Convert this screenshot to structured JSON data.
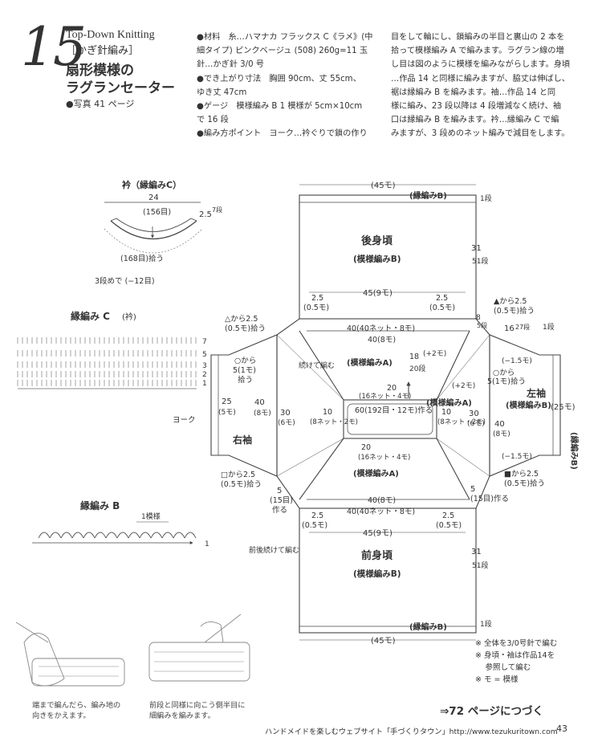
{
  "header": {
    "number": "15",
    "title_en": "Top-Down Knitting",
    "category": "［かぎ針編み］",
    "title_line1": "扇形模様の",
    "title_line2": "ラグランセーター",
    "photo_ref": "●写真 41 ページ"
  },
  "specs": {
    "col1": [
      "●材料　糸…ハマナカ フラックス C《ラメ》(中",
      "細タイプ) ピンクベージュ (508) 260g=11 玉",
      "針…かぎ針 3/0 号",
      "●でき上がり寸法　胸囲 90cm、丈 55cm、",
      "ゆき丈 47cm",
      "●ゲージ　模様編み B 1 模様が 5cm×10cm",
      "で 16 段",
      "●編み方ポイント　ヨーク…衿ぐりで鎖の作り"
    ],
    "col2": [
      "目をして輪にし、鎖編みの半目と裏山の 2 本を",
      "拾って模様編み A で編みます。ラグラン線の増",
      "し目は図のように模様を編みながらします。身頃",
      "…作品 14 と同様に編みますが、脇丈は伸ばし、",
      "裾は縁編み B を編みます。袖…作品 14 と同",
      "様に編み、23 段以降は 4 段増減なく続け、袖",
      "口は縁編み B を編みます。衿…縁編み C で編",
      "みますが、3 段めのネット編みで減目をします。"
    ]
  },
  "collar": {
    "title": "衿（縁編みC）",
    "width": "24",
    "count_top": "(156目)",
    "depth": "2.5",
    "rows": "7段",
    "pickup": "(168目)拾う",
    "decrease": "3段めで (−12目)"
  },
  "edging_c": {
    "title": "縁編み C",
    "sub": "(衿)",
    "yoke": "ヨーク",
    "rows": [
      "7",
      "5",
      "3",
      "2",
      "1"
    ]
  },
  "edging_b": {
    "title": "縁編み B",
    "one_pattern": "1模様",
    "row1": "1"
  },
  "back": {
    "top_width": "(45モ)",
    "edge": "(縁編みB)",
    "edge_rows": "1段",
    "name": "後身頃",
    "pattern": "(模様編みB)",
    "length": "31",
    "length_rows": "51段",
    "lower_width": "45(9モ)",
    "side": "2.5",
    "side_m": "(0.5モ)",
    "side_r": "2.5",
    "side_r_m": "(0.5モ)",
    "pickup_right": "▲から2.5",
    "pickup_right2": "(0.5モ)拾う",
    "num_8": "8",
    "num_5": "5段",
    "num_16": "16",
    "num_27": "27段",
    "num_1": "1段"
  },
  "yoke": {
    "top_line": "40(40ネット・8モ)",
    "top_line2": "40(8モ)",
    "pattern_a_top": "(模様編みA)",
    "center": "60(192目・12モ)作る",
    "center_top": "20",
    "center_top2": "(16ネット・4モ)",
    "center_bottom": "20",
    "center_bottom2": "(16ネット・4モ)",
    "left_10": "10",
    "left_8n": "(8ネット・2モ)",
    "right_10": "10",
    "right_8n": "(8ネット・2モ)",
    "height_18": "18",
    "height_20": "20段",
    "plus2_a": "(+2モ)",
    "plus2_b": "(+2モ)",
    "pattern_a_right": "(模様編みA)",
    "pattern_a_bottom": "(模様編みA)",
    "bottom_line": "40(8モ)",
    "bottom_line2": "40(40ネット・8モ)",
    "continue_note": "続けて編む",
    "front_back_note": "前後続けて編む"
  },
  "right_sleeve": {
    "name": "右袖",
    "top_pick": "△から2.5",
    "top_pick2": "(0.5モ)拾う",
    "from": "○から",
    "five": "5(1モ)",
    "pick": "拾う",
    "width": "25",
    "width_m": "(5モ)",
    "w40": "40",
    "w40m": "(8モ)",
    "w30": "30",
    "w30m": "(6モ)",
    "bottom_pick": "□から2.5",
    "bottom_pick2": "(0.5モ)拾う",
    "made": "5",
    "made2": "(15目)",
    "made3": "作る"
  },
  "left_sleeve": {
    "name": "左袖",
    "pattern": "(模様編みB)",
    "minus_top": "(−1.5モ)",
    "from": "○から",
    "five": "5(1モ)拾う",
    "plus": "(+2モ)",
    "w10": "10",
    "w8n": "(8ネット・2モ)",
    "w30": "30",
    "w30m": "(6モ)",
    "w40": "40",
    "w40m": "(8モ)",
    "minus_bottom": "(−1.5モ)",
    "bottom_pick": "■から2.5",
    "bottom_pick2": "(0.5モ)拾う",
    "made": "5",
    "made2": "(15目)作る",
    "cuff_w": "(25モ)",
    "edge": "(縁編みB)"
  },
  "front": {
    "lower_width": "45(9モ)",
    "name": "前身頃",
    "pattern": "(模様編みB)",
    "side": "2.5",
    "side_m": "(0.5モ)",
    "side_r": "2.5",
    "side_r_m": "(0.5モ)",
    "length": "31",
    "length_rows": "51段",
    "edge": "(縁編みB)",
    "edge_rows": "1段",
    "bottom_width": "(45モ)"
  },
  "notes": {
    "n1": "※ 全体を3/0号針で編む",
    "n2": "※ 身頃・袖は作品14を",
    "n3": "　 参照して編む",
    "n4": "※ モ = 模様"
  },
  "captions": {
    "a1": "端まで編んだら、編み地の",
    "a2": "向きをかえます。",
    "b1": "前段と同様に向こう側半目に",
    "b2": "細編みを編みます。"
  },
  "footer": {
    "continue": "⇒72 ページにつづく",
    "site": "ハンドメイドを楽しむウェブサイト「手づくりタウン」http://www.tezukuritown.com",
    "page": "43"
  }
}
